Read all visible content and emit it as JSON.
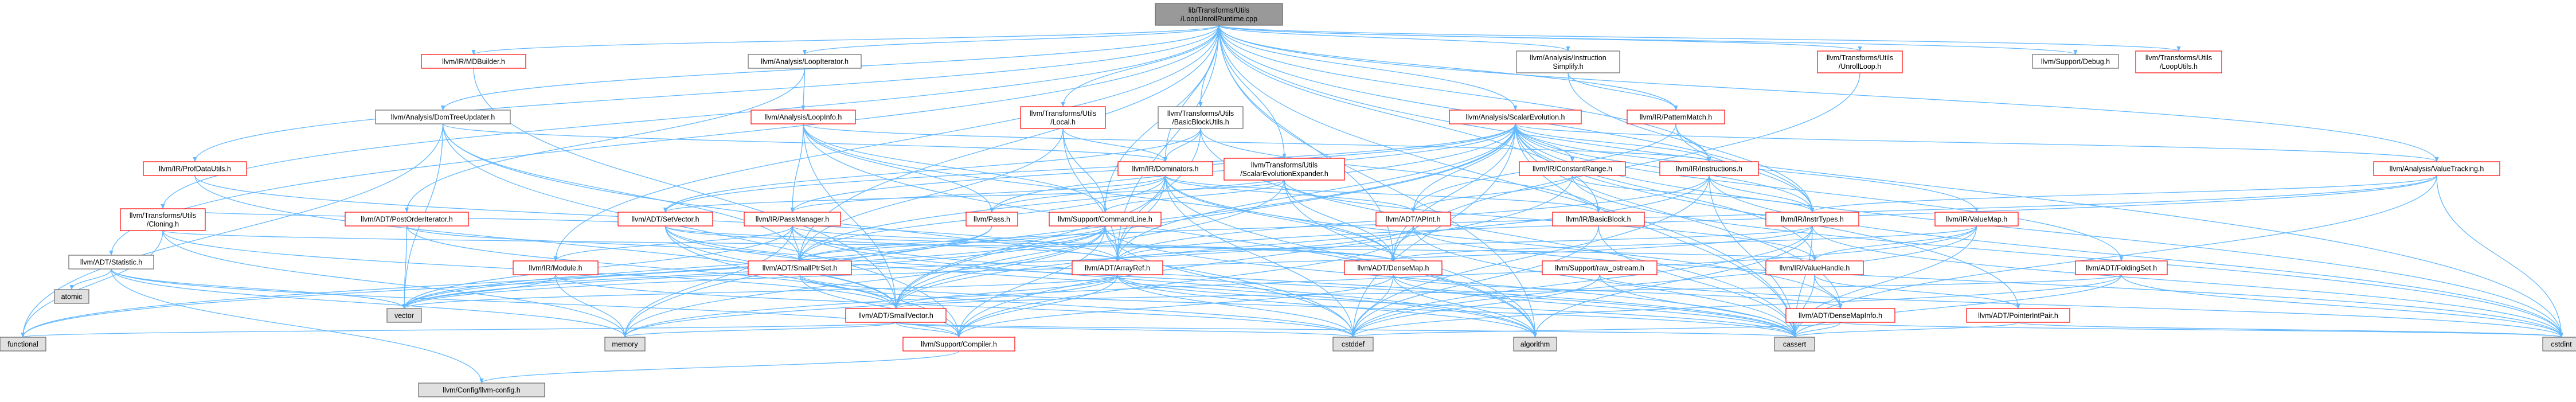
{
  "graph": {
    "colors": {
      "edge": "#63b8ff",
      "node_fill": "#ffffff",
      "node_border_red": "#ff0000",
      "node_border_gray": "#666666",
      "root_fill": "#999999",
      "system_fill": "#e0e0e0",
      "text": "#000000"
    },
    "nodes": [
      {
        "id": "root",
        "label": [
          "lib/Transforms/Utils",
          "/LoopUnrollRuntime.cpp"
        ],
        "kind": "root"
      },
      {
        "id": "mdb",
        "label": [
          "llvm/IR/MDBuilder.h"
        ],
        "kind": "red"
      },
      {
        "id": "loopiter",
        "label": [
          "llvm/Analysis/LoopIterator.h"
        ],
        "kind": "gray"
      },
      {
        "id": "instsimp",
        "label": [
          "llvm/Analysis/Instruction",
          "Simplify.h"
        ],
        "kind": "gray"
      },
      {
        "id": "unrollloop",
        "label": [
          "llvm/Transforms/Utils",
          "/UnrollLoop.h"
        ],
        "kind": "red"
      },
      {
        "id": "debug",
        "label": [
          "llvm/Support/Debug.h"
        ],
        "kind": "gray"
      },
      {
        "id": "looputils",
        "label": [
          "llvm/Transforms/Utils",
          "/LoopUtils.h"
        ],
        "kind": "red"
      },
      {
        "id": "domtree",
        "label": [
          "llvm/Analysis/DomTreeUpdater.h"
        ],
        "kind": "gray"
      },
      {
        "id": "loopinfo",
        "label": [
          "llvm/Analysis/LoopInfo.h"
        ],
        "kind": "red"
      },
      {
        "id": "local",
        "label": [
          "llvm/Transforms/Utils",
          "/Local.h"
        ],
        "kind": "red"
      },
      {
        "id": "bbutils",
        "label": [
          "llvm/Transforms/Utils",
          "/BasicBlockUtils.h"
        ],
        "kind": "gray"
      },
      {
        "id": "scev",
        "label": [
          "llvm/Analysis/ScalarEvolution.h"
        ],
        "kind": "red"
      },
      {
        "id": "pattern",
        "label": [
          "llvm/IR/PatternMatch.h"
        ],
        "kind": "red"
      },
      {
        "id": "profdata",
        "label": [
          "llvm/IR/ProfDataUtils.h"
        ],
        "kind": "red"
      },
      {
        "id": "dominators",
        "label": [
          "llvm/IR/Dominators.h"
        ],
        "kind": "red"
      },
      {
        "id": "scevexp",
        "label": [
          "llvm/Transforms/Utils",
          "/ScalarEvolutionExpander.h"
        ],
        "kind": "red"
      },
      {
        "id": "constrange",
        "label": [
          "llvm/IR/ConstantRange.h"
        ],
        "kind": "red"
      },
      {
        "id": "instructions",
        "label": [
          "llvm/IR/Instructions.h"
        ],
        "kind": "red"
      },
      {
        "id": "valuetracking",
        "label": [
          "llvm/Analysis/ValueTracking.h"
        ],
        "kind": "red"
      },
      {
        "id": "cloning",
        "label": [
          "llvm/Transforms/Utils",
          "/Cloning.h"
        ],
        "kind": "red"
      },
      {
        "id": "postorder",
        "label": [
          "llvm/ADT/PostOrderIterator.h"
        ],
        "kind": "red"
      },
      {
        "id": "setvector",
        "label": [
          "llvm/ADT/SetVector.h"
        ],
        "kind": "red"
      },
      {
        "id": "passmanager",
        "label": [
          "llvm/IR/PassManager.h"
        ],
        "kind": "red"
      },
      {
        "id": "pass",
        "label": [
          "llvm/Pass.h"
        ],
        "kind": "red"
      },
      {
        "id": "cmdline",
        "label": [
          "llvm/Support/CommandLine.h"
        ],
        "kind": "red"
      },
      {
        "id": "apint",
        "label": [
          "llvm/ADT/APInt.h"
        ],
        "kind": "red"
      },
      {
        "id": "basicblock",
        "label": [
          "llvm/IR/BasicBlock.h"
        ],
        "kind": "red"
      },
      {
        "id": "insttypes",
        "label": [
          "llvm/IR/InstrTypes.h"
        ],
        "kind": "red"
      },
      {
        "id": "valuemap",
        "label": [
          "llvm/IR/ValueMap.h"
        ],
        "kind": "red"
      },
      {
        "id": "statistic",
        "label": [
          "llvm/ADT/Statistic.h"
        ],
        "kind": "gray"
      },
      {
        "id": "module",
        "label": [
          "llvm/IR/Module.h"
        ],
        "kind": "red"
      },
      {
        "id": "smallptrset",
        "label": [
          "llvm/ADT/SmallPtrSet.h"
        ],
        "kind": "red"
      },
      {
        "id": "arrayref",
        "label": [
          "llvm/ADT/ArrayRef.h"
        ],
        "kind": "red"
      },
      {
        "id": "densemap",
        "label": [
          "llvm/ADT/DenseMap.h"
        ],
        "kind": "red"
      },
      {
        "id": "rawostream",
        "label": [
          "llvm/Support/raw_ostream.h"
        ],
        "kind": "red"
      },
      {
        "id": "valuehandle",
        "label": [
          "llvm/IR/ValueHandle.h"
        ],
        "kind": "red"
      },
      {
        "id": "foldingset",
        "label": [
          "llvm/ADT/FoldingSet.h"
        ],
        "kind": "red"
      },
      {
        "id": "atomic",
        "label": [
          "atomic"
        ],
        "kind": "system"
      },
      {
        "id": "vector",
        "label": [
          "vector"
        ],
        "kind": "system"
      },
      {
        "id": "smallvector",
        "label": [
          "llvm/ADT/SmallVector.h"
        ],
        "kind": "red"
      },
      {
        "id": "densemapinfo",
        "label": [
          "llvm/ADT/DenseMapInfo.h"
        ],
        "kind": "red"
      },
      {
        "id": "pointerintpair",
        "label": [
          "llvm/ADT/PointerIntPair.h"
        ],
        "kind": "red"
      },
      {
        "id": "functional",
        "label": [
          "functional"
        ],
        "kind": "system"
      },
      {
        "id": "memory",
        "label": [
          "memory"
        ],
        "kind": "system"
      },
      {
        "id": "compiler",
        "label": [
          "llvm/Support/Compiler.h"
        ],
        "kind": "red"
      },
      {
        "id": "cstddef",
        "label": [
          "cstddef"
        ],
        "kind": "system"
      },
      {
        "id": "algorithm",
        "label": [
          "algorithm"
        ],
        "kind": "system"
      },
      {
        "id": "cassert",
        "label": [
          "cassert"
        ],
        "kind": "system"
      },
      {
        "id": "cstdint",
        "label": [
          "cstdint"
        ],
        "kind": "system"
      },
      {
        "id": "config",
        "label": [
          "llvm/Config/llvm-config.h"
        ],
        "kind": "system"
      }
    ]
  }
}
